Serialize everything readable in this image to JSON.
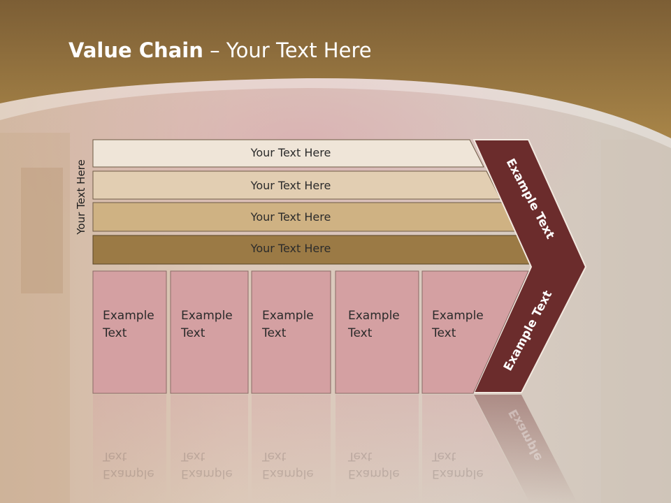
{
  "slide": {
    "title_bold": "Value Chain",
    "title_rest": " – Your Text Here",
    "side_label": "Your Text Here"
  },
  "rows": [
    {
      "label": "Your Text Here",
      "color": "#efe5d8"
    },
    {
      "label": "Your Text Here",
      "color": "#e2ceb2"
    },
    {
      "label": "Your Text Here",
      "color": "#cfb283"
    },
    {
      "label": "Your Text Here",
      "color": "#9b7a45"
    }
  ],
  "columns": [
    {
      "line1": "Example",
      "line2": "Text"
    },
    {
      "line1": "Example",
      "line2": "Text"
    },
    {
      "line1": "Example",
      "line2": "Text"
    },
    {
      "line1": "Example",
      "line2": "Text"
    },
    {
      "line1": "Example",
      "line2": "Text"
    }
  ],
  "chevron_top_label": "Example Text",
  "chevron_bottom_label": "Example Text",
  "reflection": {
    "col_line1": "Example",
    "col_line2": "Text",
    "chevron_word": "Example"
  },
  "colors": {
    "header_band": "#9f7d45",
    "column_fill": "#d4a0a2",
    "chevron_fill": "#6b2c2c",
    "title_text": "#ffffff"
  }
}
